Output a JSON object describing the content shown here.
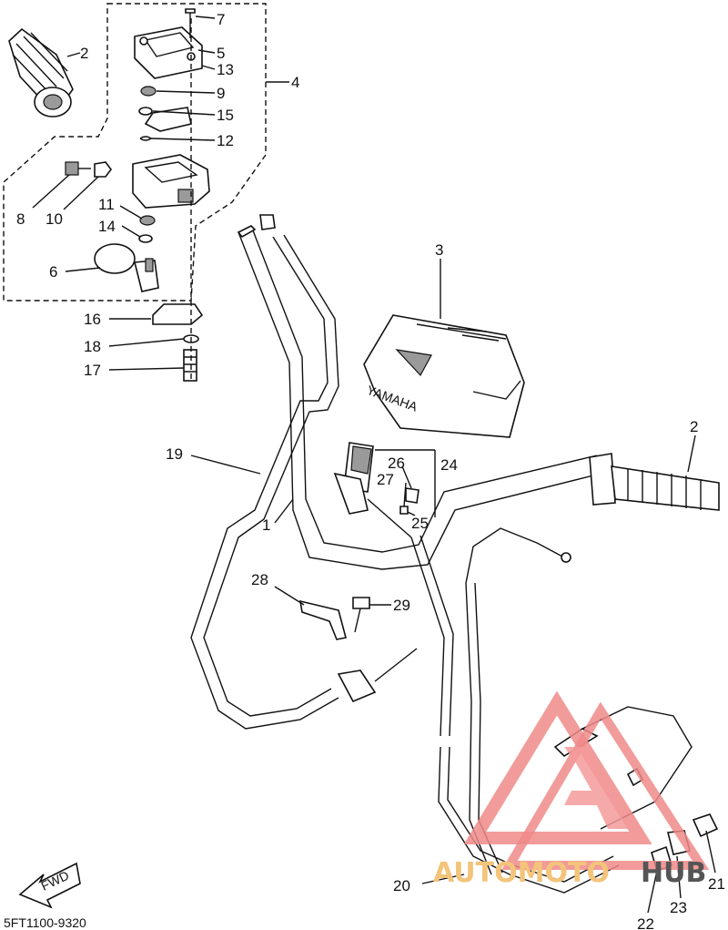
{
  "callouts": [
    {
      "id": "c7",
      "label": "7"
    },
    {
      "id": "c2l",
      "label": "2"
    },
    {
      "id": "c5",
      "label": "5"
    },
    {
      "id": "c13",
      "label": "13"
    },
    {
      "id": "c4",
      "label": "4"
    },
    {
      "id": "c9",
      "label": "9"
    },
    {
      "id": "c15",
      "label": "15"
    },
    {
      "id": "c12",
      "label": "12"
    },
    {
      "id": "c8",
      "label": "8"
    },
    {
      "id": "c10",
      "label": "10"
    },
    {
      "id": "c11",
      "label": "11"
    },
    {
      "id": "c14",
      "label": "14"
    },
    {
      "id": "c6",
      "label": "6"
    },
    {
      "id": "c3",
      "label": "3"
    },
    {
      "id": "c16",
      "label": "16"
    },
    {
      "id": "c18",
      "label": "18"
    },
    {
      "id": "c17",
      "label": "17"
    },
    {
      "id": "c2r",
      "label": "2"
    },
    {
      "id": "c19",
      "label": "19"
    },
    {
      "id": "c26",
      "label": "26"
    },
    {
      "id": "c24",
      "label": "24"
    },
    {
      "id": "c27",
      "label": "27"
    },
    {
      "id": "c25",
      "label": "25"
    },
    {
      "id": "c1",
      "label": "1"
    },
    {
      "id": "c28",
      "label": "28"
    },
    {
      "id": "c29",
      "label": "29"
    },
    {
      "id": "c20",
      "label": "20"
    },
    {
      "id": "c21",
      "label": "21"
    },
    {
      "id": "c23",
      "label": "23"
    },
    {
      "id": "c22",
      "label": "22"
    }
  ],
  "part_code": "5FT1100-9320",
  "fwd_label": "FWD",
  "cover_brand": "YAMAHA",
  "watermark": {
    "text_a": "AUTOMOTO",
    "text_b": "HUB"
  }
}
